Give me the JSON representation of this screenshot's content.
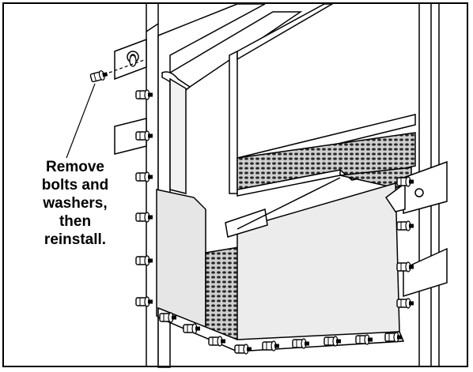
{
  "callout": {
    "lines": [
      "Remove",
      "bolts and",
      "washers,",
      "then",
      "reinstall."
    ]
  },
  "icons": {
    "bolt": "hex-bolt-icon",
    "washer": "washer-icon",
    "bracket": "mounting-bracket-icon"
  },
  "colors": {
    "line": "#000000",
    "background": "#ffffff",
    "panel_shade": "#d9d9d9",
    "mesh_dot": "#000000"
  }
}
